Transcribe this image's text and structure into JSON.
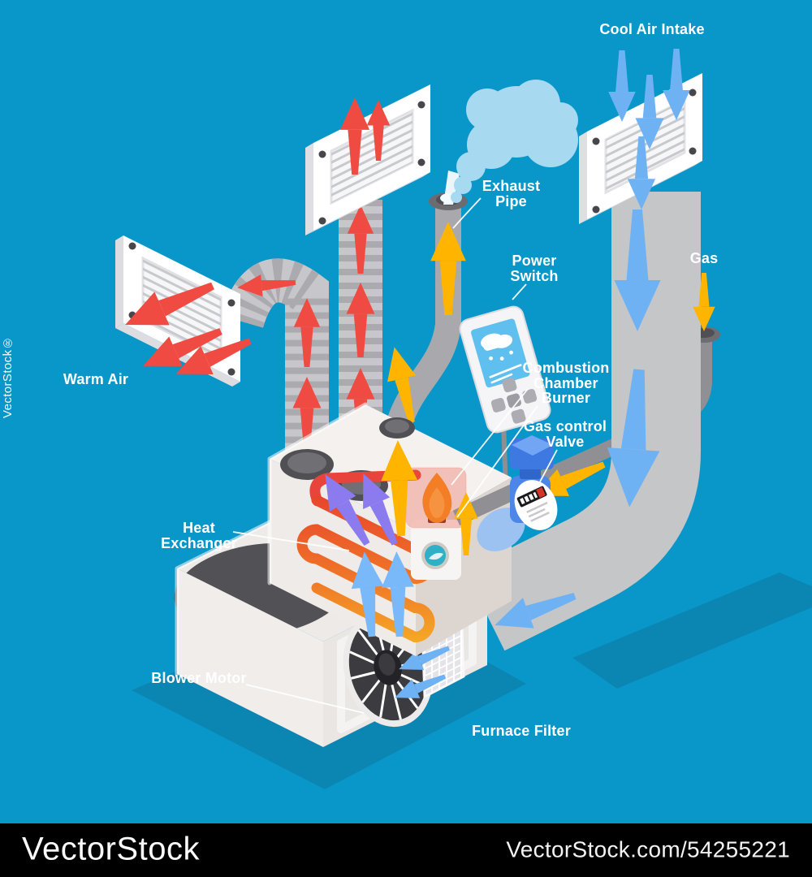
{
  "labels": {
    "cool_air_intake": "Cool Air Intake",
    "exhaust_l1": "Exhaust",
    "exhaust_l2": "Pipe",
    "power_l1": "Power",
    "power_l2": "Switch",
    "gas": "Gas",
    "combustion_l1": "Combustion",
    "combustion_l2": "Chamber",
    "burner": "Burner",
    "valve_l1": "Gas control",
    "valve_l2": "Valve",
    "warm_air": "Warm Air",
    "heat_l1": "Heat",
    "heat_l2": "Exchanger",
    "blower": "Blower Motor",
    "filter": "Furnace Filter"
  },
  "watermarks": {
    "side": "VectorStock®",
    "bottom_left": "VectorStock",
    "bottom_right": "VectorStock.com/54255221"
  },
  "colors": {
    "background": "#0997c9",
    "bottom_bar": "#000000",
    "warm_flow_red": "#ef4b42",
    "cool_flow_blue": "#6fb2f4",
    "exhaust_flow_yellow": "#ffb400",
    "heated_air_purple": "#8b7bef",
    "duct_gray": "#c5c6c8",
    "smoke_cloud": "#a7daf1",
    "furnace_body": "#efebe8"
  }
}
